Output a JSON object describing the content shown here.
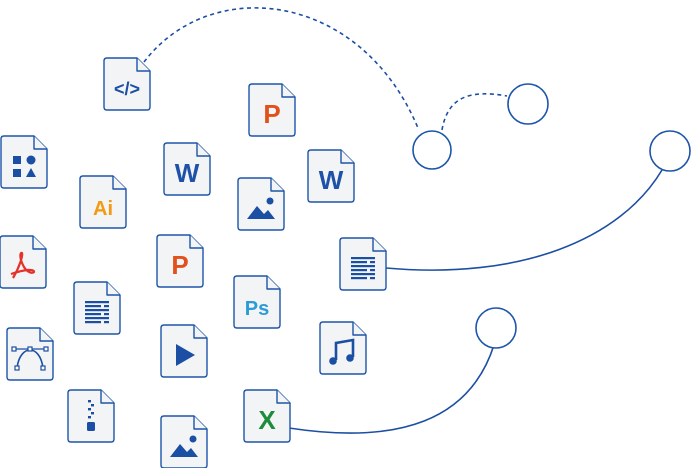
{
  "colors": {
    "outline": "#1d55a8",
    "connector": "#1c4fa3",
    "file_fill": "#f3f4f6",
    "glyph_blue": "#1a4fa3",
    "word_blue": "#1e52a8",
    "powerpoint_orange": "#e2501c",
    "pdf_red": "#e4322b",
    "excel_green": "#1f8b3c",
    "illustrator_orange": "#f29a12",
    "photoshop_blue": "#2d9bd8"
  },
  "files": [
    {
      "name": "code-file-icon",
      "glyph": "code",
      "text": "</>",
      "color": "#1a4fa3"
    },
    {
      "name": "powerpoint-file-icon",
      "glyph": "text",
      "text": "P",
      "color": "#e2501c"
    },
    {
      "name": "shapes-file-icon",
      "glyph": "shapes",
      "color": "#1a4fa3"
    },
    {
      "name": "word-file-icon",
      "glyph": "text",
      "text": "W",
      "color": "#1e52a8"
    },
    {
      "name": "word-file-icon",
      "glyph": "text",
      "text": "W",
      "color": "#1e52a8"
    },
    {
      "name": "illustrator-file-icon",
      "glyph": "text",
      "text": "Ai",
      "color": "#f29a12"
    },
    {
      "name": "image-file-icon",
      "glyph": "image",
      "color": "#1a4fa3"
    },
    {
      "name": "pdf-file-icon",
      "glyph": "pdf",
      "color": "#e4322b"
    },
    {
      "name": "powerpoint-file-icon",
      "glyph": "text",
      "text": "P",
      "color": "#e2501c"
    },
    {
      "name": "text-document-file-icon",
      "glyph": "lines",
      "color": "#1a4fa3"
    },
    {
      "name": "text-document-file-icon",
      "glyph": "lines",
      "color": "#1a4fa3"
    },
    {
      "name": "photoshop-file-icon",
      "glyph": "text",
      "text": "Ps",
      "color": "#2d9bd8"
    },
    {
      "name": "vector-file-icon",
      "glyph": "bezier",
      "color": "#1a4fa3"
    },
    {
      "name": "video-file-icon",
      "glyph": "play",
      "color": "#1a4fa3"
    },
    {
      "name": "audio-file-icon",
      "glyph": "note",
      "color": "#1a4fa3"
    },
    {
      "name": "archive-file-icon",
      "glyph": "zip",
      "color": "#1a4fa3"
    },
    {
      "name": "excel-file-icon",
      "glyph": "text",
      "text": "X",
      "color": "#1f8b3c"
    },
    {
      "name": "image-file-icon",
      "glyph": "image",
      "color": "#1a4fa3"
    }
  ],
  "avatars": [
    {
      "name": "avatar-woman",
      "skin": "#d6b79a",
      "hair": "#7a5a3b",
      "bg": "#e4dccd"
    },
    {
      "name": "avatar-man-bald",
      "skin": "#c99a7e",
      "hair": "#6b4a39",
      "bg": "#5f7da8"
    },
    {
      "name": "avatar-man-smiling",
      "skin": "#c89276",
      "hair": "#3b2a22",
      "bg": "#5b7ea5"
    },
    {
      "name": "avatar-group-photo",
      "skin": "#e6a58c",
      "hair": "#c81e3a",
      "bg": "#e04f72"
    }
  ]
}
